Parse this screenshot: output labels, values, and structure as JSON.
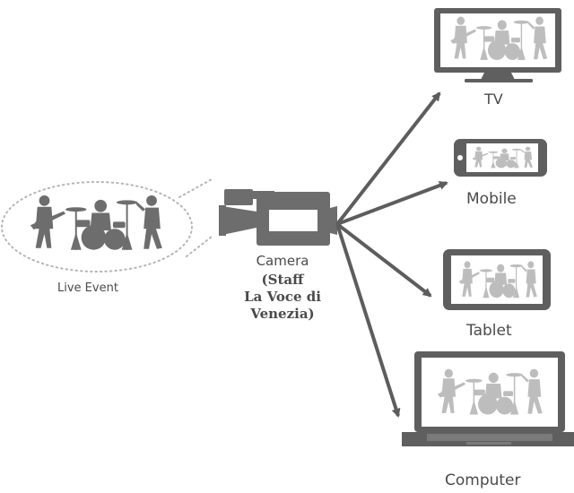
{
  "source": {
    "label": "Live Event"
  },
  "camera": {
    "label": "Camera",
    "credit": "(Staff\nLa Voce di\nVenezia)"
  },
  "devices": {
    "tv": {
      "label": "TV"
    },
    "mobile": {
      "label": "Mobile"
    },
    "tablet": {
      "label": "Tablet"
    },
    "computer": {
      "label": "Computer"
    }
  },
  "colors": {
    "silhouette": "#6d6d6d",
    "device_frame": "#5f5f5f",
    "screen": "#ffffff",
    "ghost": "#bdbdbd",
    "arrow": "#5d5d5d",
    "dotted": "#b5b5b5",
    "text": "#4a4a4a"
  }
}
